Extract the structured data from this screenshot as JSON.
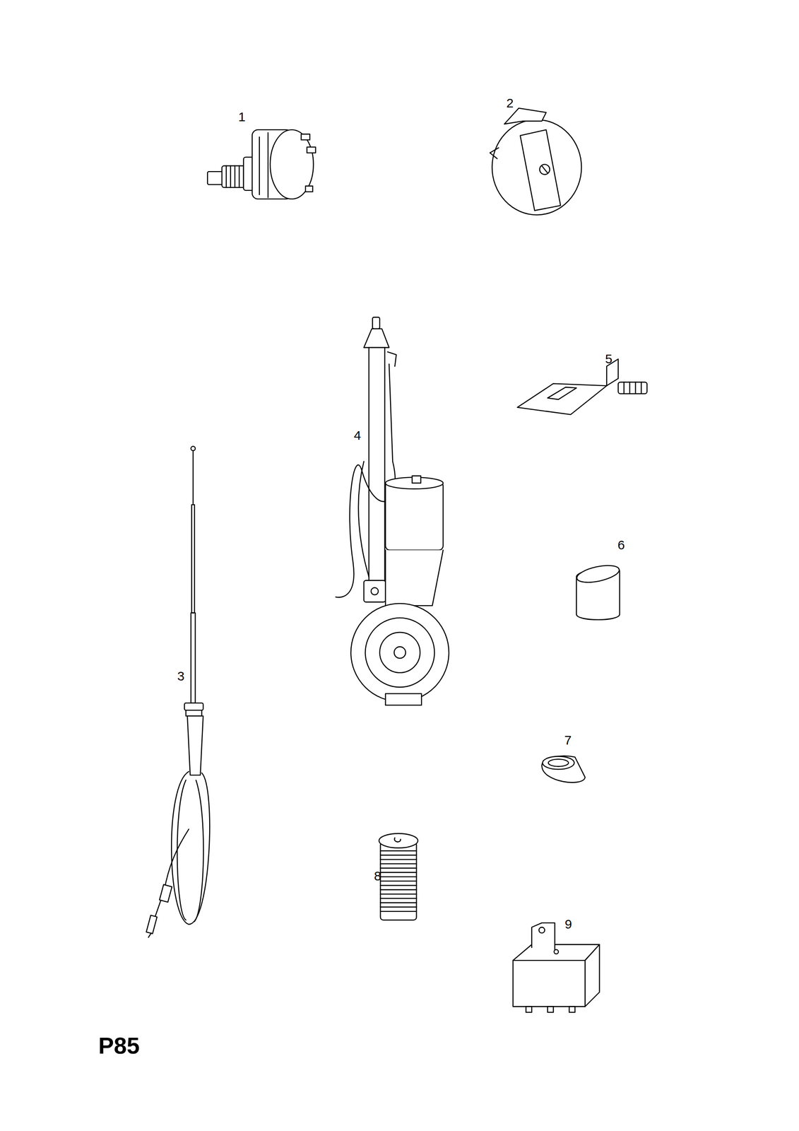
{
  "diagram": {
    "labels": [
      "1",
      "2",
      "3",
      "4",
      "5",
      "6",
      "7",
      "8",
      "9",
      "P85"
    ]
  }
}
